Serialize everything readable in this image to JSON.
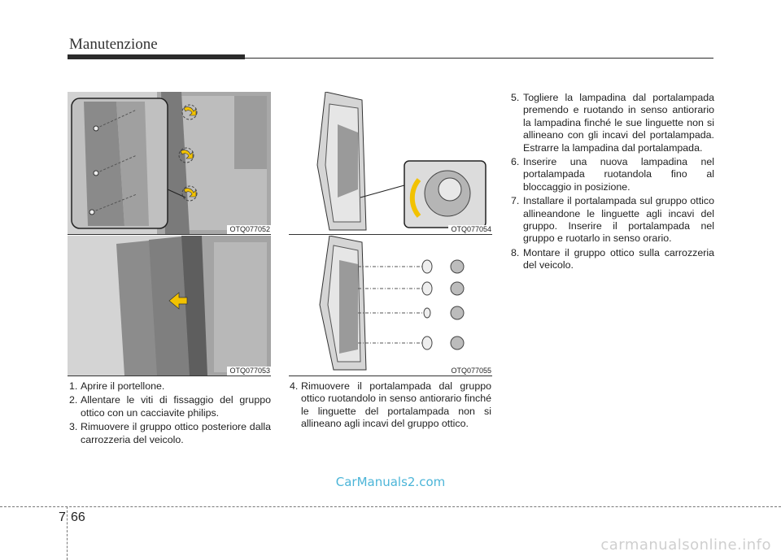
{
  "header": {
    "title": "Manutenzione"
  },
  "figures": [
    {
      "label": "OTQ077052"
    },
    {
      "label": "OTQ077053"
    },
    {
      "label": "OTQ077054"
    },
    {
      "label": "OTQ077055"
    }
  ],
  "column1": {
    "steps": [
      {
        "num": "1.",
        "text": "Aprire il portellone."
      },
      {
        "num": "2.",
        "text": "Allentare le viti di fissaggio del gruppo ottico con un cacciavite philips."
      },
      {
        "num": "3.",
        "text": "Rimuovere il gruppo ottico posteriore dalla carrozzeria del veicolo."
      }
    ]
  },
  "column2": {
    "steps": [
      {
        "num": "4.",
        "text": "Rimuovere il portalampada dal gruppo ottico ruotandolo in senso antiorario finché le linguette del portalampada non si allineano agli incavi del gruppo ottico."
      }
    ]
  },
  "column3": {
    "steps": [
      {
        "num": "5.",
        "text": "Togliere la lampadina dal portalampada premendo e ruotando in senso antiorario la lampadina finché le sue linguette non si allineano con gli incavi del portalampada. Estrarre la lampadina dal portalampada."
      },
      {
        "num": "6.",
        "text": "Inserire una nuova lampadina nel portalampada ruotandola fino al bloccaggio in posizione."
      },
      {
        "num": "7.",
        "text": "Installare il portalampada sul gruppo ottico allineandone le linguette agli incavi del gruppo. Inserire il portalampada nel gruppo e ruotarlo in senso orario."
      },
      {
        "num": "8.",
        "text": "Montare il gruppo ottico sulla carrozzeria del veicolo."
      }
    ]
  },
  "watermark": "CarManuals2.com",
  "footer": {
    "chapter": "7",
    "page": "66"
  },
  "bottom_watermark": "carmanualsonline.info"
}
